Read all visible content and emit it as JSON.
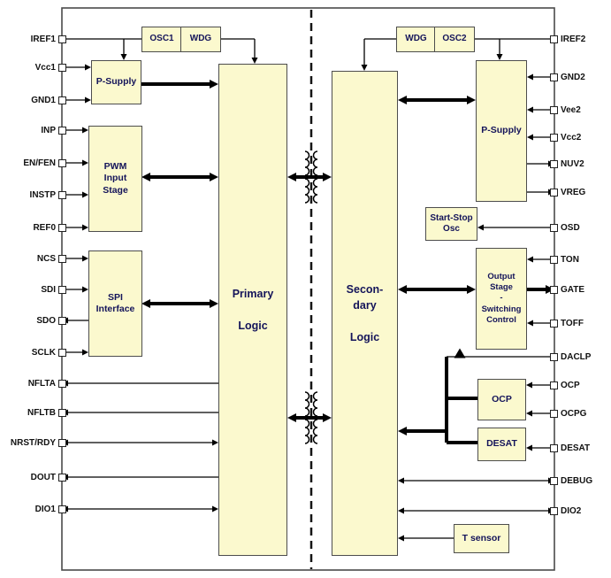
{
  "diagram": {
    "pins_left": [
      "IREF1",
      "Vcc1",
      "GND1",
      "INP",
      "EN/FEN",
      "INSTP",
      "REF0",
      "NCS",
      "SDI",
      "SDO",
      "SCLK",
      "NFLTA",
      "NFLTB",
      "NRST/RDY",
      "DOUT",
      "DIO1"
    ],
    "pins_right": [
      "IREF2",
      "GND2",
      "Vee2",
      "Vcc2",
      "NUV2",
      "VREG",
      "OSD",
      "TON",
      "GATE",
      "TOFF",
      "DACLP",
      "OCP",
      "OCPG",
      "DESAT",
      "DEBUG",
      "DIO2"
    ],
    "blocks": {
      "osc1": "OSC1",
      "wdg_left": "WDG",
      "p_supply_left": "P-Supply",
      "pwm_input_stage": "PWM\nInput\nStage",
      "spi_interface": "SPI\nInterface",
      "primary_logic": "Primary\n\nLogic",
      "secondary_logic": "Secon-\ndary\n\nLogic",
      "wdg_right": "WDG",
      "osc2": "OSC2",
      "p_supply_right": "P-Supply",
      "start_stop_osc": "Start-Stop\nOsc",
      "output_stage": "Output\nStage\n-\nSwitching\nControl",
      "ocp": "OCP",
      "desat": "DESAT",
      "t_sensor": "T sensor"
    },
    "colors": {
      "block_fill": "#FBF9CE",
      "block_border": "#4D4D4D",
      "block_text": "#14145A",
      "line": "#000000",
      "background": "#FFFFFF"
    }
  }
}
